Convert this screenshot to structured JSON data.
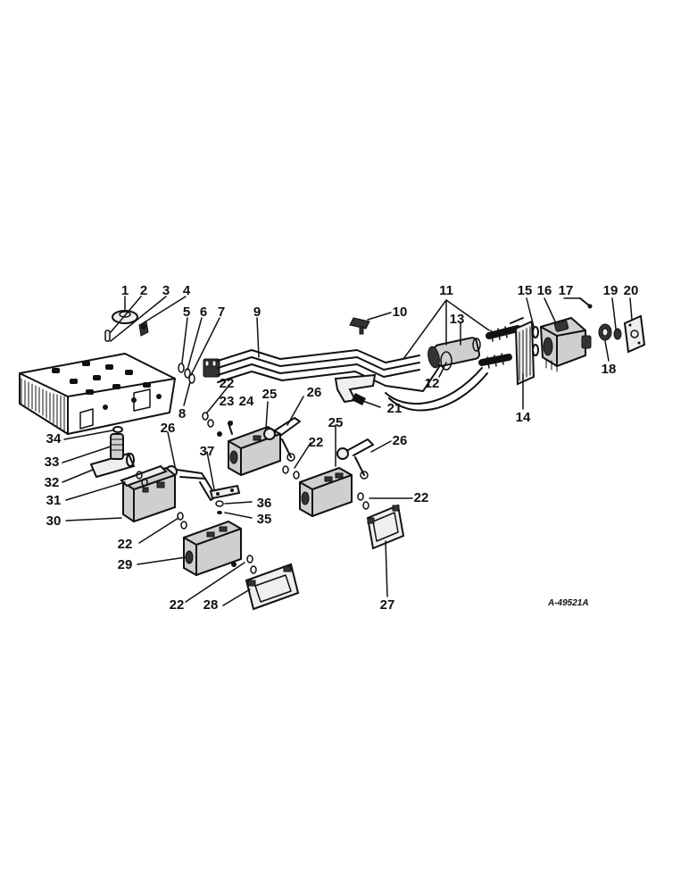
{
  "diagram": {
    "drawing_number": "A-49521A",
    "callouts": [
      {
        "id": "c1",
        "label": "1"
      },
      {
        "id": "c2",
        "label": "2"
      },
      {
        "id": "c3",
        "label": "3"
      },
      {
        "id": "c4",
        "label": "4"
      },
      {
        "id": "c5",
        "label": "5"
      },
      {
        "id": "c6",
        "label": "6"
      },
      {
        "id": "c7",
        "label": "7"
      },
      {
        "id": "c8",
        "label": "8"
      },
      {
        "id": "c9",
        "label": "9"
      },
      {
        "id": "c10",
        "label": "10"
      },
      {
        "id": "c11",
        "label": "11"
      },
      {
        "id": "c12",
        "label": "12"
      },
      {
        "id": "c13",
        "label": "13"
      },
      {
        "id": "c14",
        "label": "14"
      },
      {
        "id": "c15",
        "label": "15"
      },
      {
        "id": "c16",
        "label": "16"
      },
      {
        "id": "c17",
        "label": "17"
      },
      {
        "id": "c18",
        "label": "18"
      },
      {
        "id": "c19",
        "label": "19"
      },
      {
        "id": "c20",
        "label": "20"
      },
      {
        "id": "c21",
        "label": "21"
      },
      {
        "id": "c22a",
        "label": "22"
      },
      {
        "id": "c23",
        "label": "23"
      },
      {
        "id": "c24",
        "label": "24"
      },
      {
        "id": "c25a",
        "label": "25"
      },
      {
        "id": "c26a",
        "label": "26"
      },
      {
        "id": "c22b",
        "label": "22"
      },
      {
        "id": "c25b",
        "label": "25"
      },
      {
        "id": "c26b",
        "label": "26"
      },
      {
        "id": "c22c",
        "label": "22"
      },
      {
        "id": "c26c",
        "label": "26"
      },
      {
        "id": "c37",
        "label": "37"
      },
      {
        "id": "c36",
        "label": "36"
      },
      {
        "id": "c35",
        "label": "35"
      },
      {
        "id": "c34",
        "label": "34"
      },
      {
        "id": "c33",
        "label": "33"
      },
      {
        "id": "c32",
        "label": "32"
      },
      {
        "id": "c31",
        "label": "31"
      },
      {
        "id": "c30",
        "label": "30"
      },
      {
        "id": "c22d",
        "label": "22"
      },
      {
        "id": "c29",
        "label": "29"
      },
      {
        "id": "c22e",
        "label": "22"
      },
      {
        "id": "c28",
        "label": "28"
      },
      {
        "id": "c27",
        "label": "27"
      }
    ]
  }
}
